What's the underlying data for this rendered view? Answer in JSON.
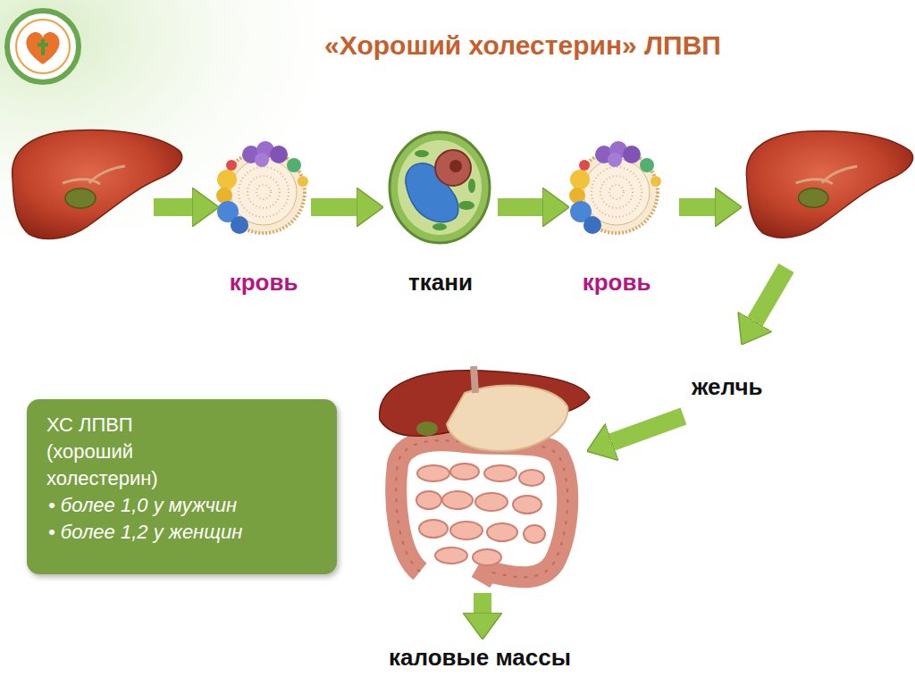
{
  "diagram": {
    "title": "«Хороший холестерин» ЛПВП",
    "nodes": [
      {
        "text": [
          "кровь"
        ]
      },
      {
        "text": [
          "ткани"
        ]
      },
      {
        "text": [
          "кровь"
        ]
      },
      {
        "text": [
          "ХС ЛПВП (хороший холестерин)",
          "• более 1,0 у мужчин",
          "• более 1,2 у женщин"
        ]
      }
    ],
    "edges": [
      {
        "from": 0,
        "to": 1,
        "arrow": "to"
      },
      {
        "from": 1,
        "to": 2,
        "arrow": "to"
      }
    ],
    "labels": [
      "желчь",
      "каловые массы"
    ]
  }
}
